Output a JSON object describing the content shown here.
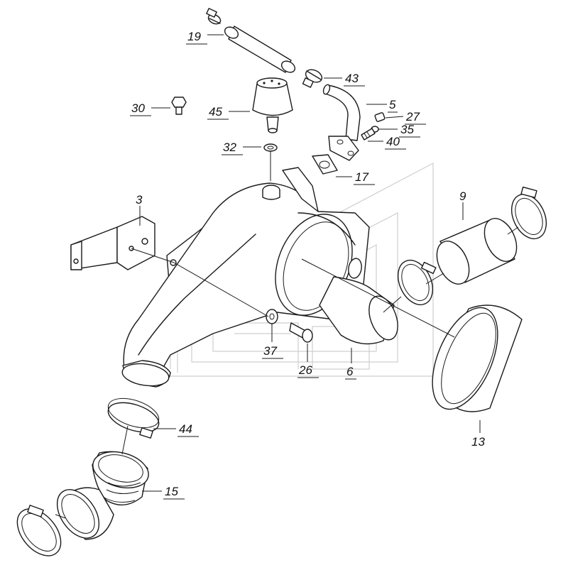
{
  "diagram": {
    "parts": [
      {
        "key": "p19",
        "label": "19"
      },
      {
        "key": "p43",
        "label": "43"
      },
      {
        "key": "p30",
        "label": "30"
      },
      {
        "key": "p45",
        "label": "45"
      },
      {
        "key": "p5",
        "label": "5"
      },
      {
        "key": "p27",
        "label": "27"
      },
      {
        "key": "p35",
        "label": "35"
      },
      {
        "key": "p40",
        "label": "40"
      },
      {
        "key": "p32",
        "label": "32"
      },
      {
        "key": "p17",
        "label": "17"
      },
      {
        "key": "p3",
        "label": "3"
      },
      {
        "key": "p9",
        "label": "9"
      },
      {
        "key": "p37",
        "label": "37"
      },
      {
        "key": "p26",
        "label": "26"
      },
      {
        "key": "p6",
        "label": "6"
      },
      {
        "key": "p13",
        "label": "13"
      },
      {
        "key": "p44",
        "label": "44"
      },
      {
        "key": "p15",
        "label": "15"
      }
    ]
  }
}
